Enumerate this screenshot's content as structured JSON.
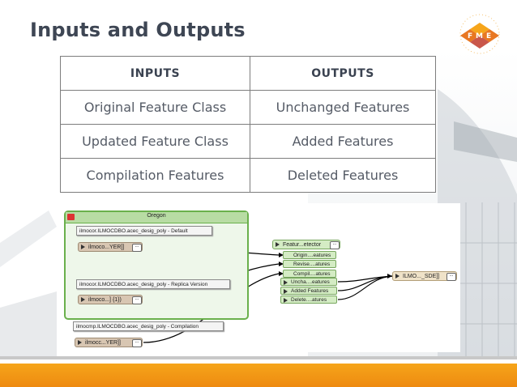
{
  "title": "Inputs and Outputs",
  "table": {
    "headers": [
      "INPUTS",
      "OUTPUTS"
    ],
    "rows": [
      [
        "Original Feature Class",
        "Unchanged Features"
      ],
      [
        "Updated Feature Class",
        "Added Features"
      ],
      [
        "Compilation Features",
        "Deleted Features"
      ]
    ]
  },
  "workbench": {
    "group_title": "Oregon",
    "bookmarks": [
      "ilmocor.ILMOCDBO.acec_desig_poly - Default",
      "ilmocor.ILMOCDBO.acec_desig_poly - Replica Version",
      "ilmocmp.ILMOCDBO.acec_desig_poly - Compilation"
    ],
    "readers": [
      "ilmoco...YER]]",
      "ilmoco...] {1})",
      "ilmocc...YER]]"
    ],
    "transformer": {
      "name": "Featur...etector",
      "inputs": [
        "Origin....eatures",
        "Revise....atures",
        "Compil....atures"
      ],
      "outputs": [
        "Uncha....eatures",
        "Added Features",
        "Delete....atures"
      ]
    },
    "writer": "ILMO..._SDE]]"
  },
  "colors": {
    "title": "#3e4654",
    "accent_orange": "#f39a14",
    "group_green": "#6ab04c"
  }
}
